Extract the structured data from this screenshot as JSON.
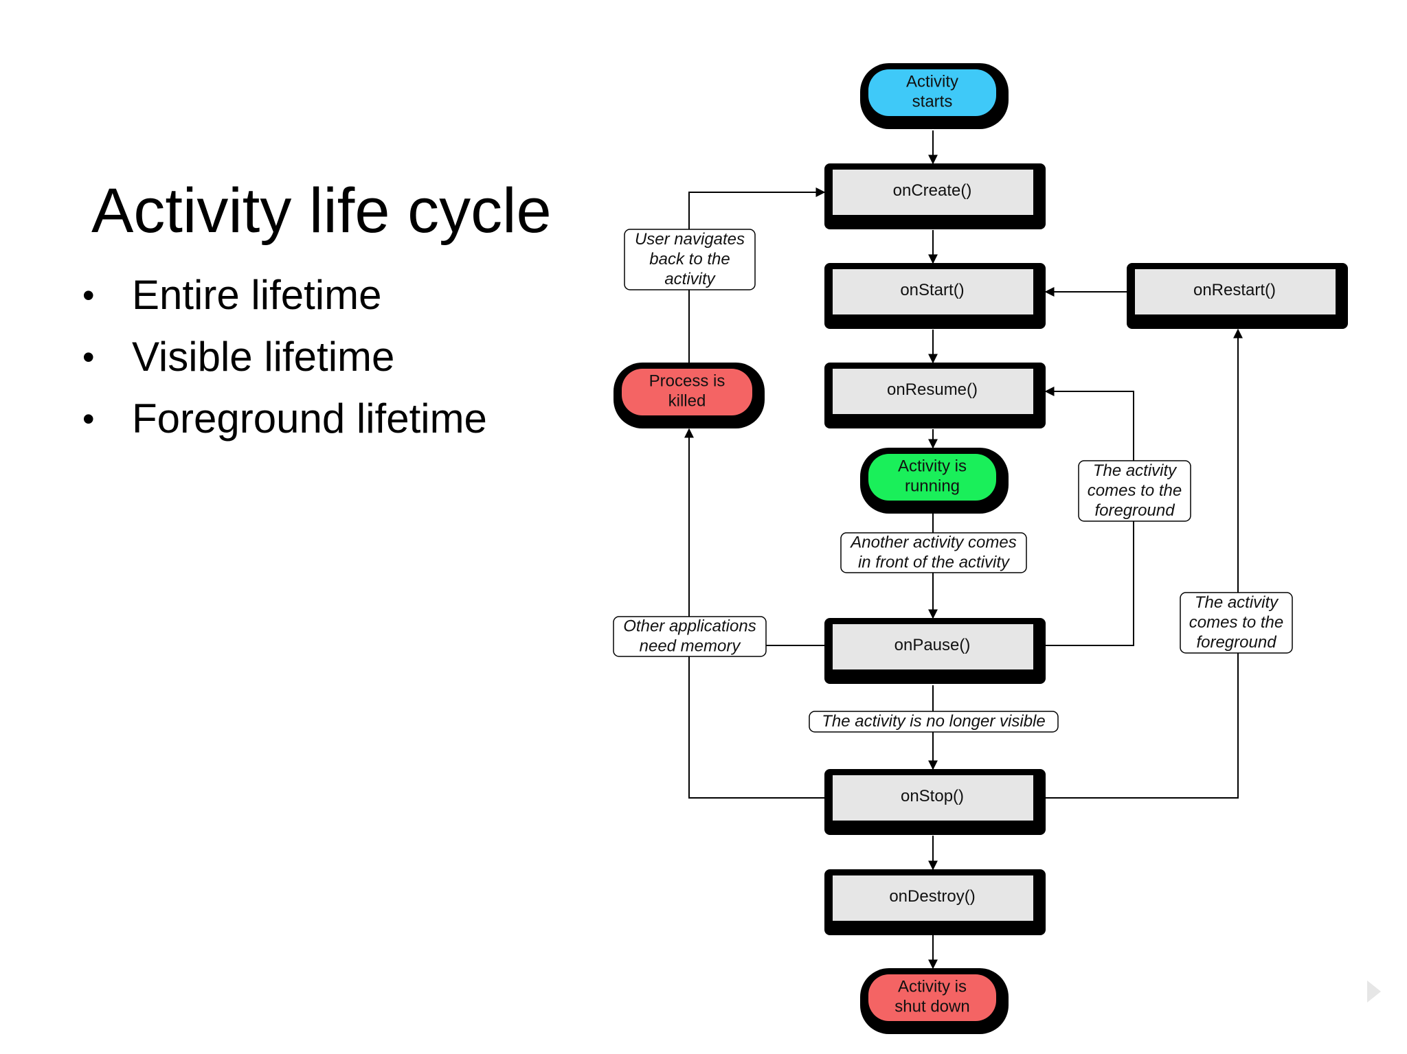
{
  "slide": {
    "title": "Activity life cycle",
    "bullets": [
      "Entire lifetime",
      "Visible lifetime",
      "Foreground lifetime"
    ]
  },
  "diagram": {
    "nodes": {
      "activity_starts": [
        "Activity",
        "starts"
      ],
      "on_create": [
        "onCreate()"
      ],
      "on_start": [
        "onStart()"
      ],
      "on_restart": [
        "onRestart()"
      ],
      "on_resume": [
        "onResume()"
      ],
      "activity_running": [
        "Activity is",
        "running"
      ],
      "process_killed": [
        "Process is",
        "killed"
      ],
      "on_pause": [
        "onPause()"
      ],
      "on_stop": [
        "onStop()"
      ],
      "on_destroy": [
        "onDestroy()"
      ],
      "activity_shut_down": [
        "Activity is",
        "shut down"
      ]
    },
    "notes": {
      "user_navigates_back": [
        "User navigates",
        "back to the",
        "activity"
      ],
      "comes_to_foreground_resume": [
        "The activity",
        "comes to the",
        "foreground"
      ],
      "another_activity": [
        "Another activity comes",
        "in front of the activity"
      ],
      "other_apps_memory": [
        "Other applications",
        "need memory"
      ],
      "comes_to_foreground_restart": [
        "The activity",
        "comes to the",
        "foreground"
      ],
      "no_longer_visible": [
        "The activity is no longer visible"
      ]
    },
    "colors": {
      "start": "#3fc9f8",
      "running": "#1aef5a",
      "terminal": "#f46464",
      "callback_box": "#e6e6e6",
      "outline": "#000000"
    }
  }
}
